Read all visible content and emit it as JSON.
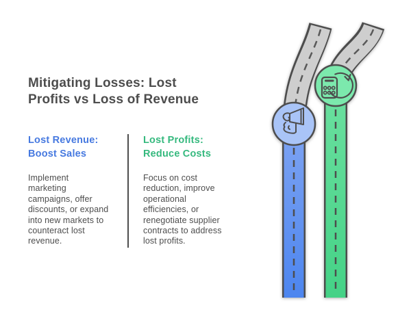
{
  "title": "Mitigating Losses: Lost\nProfits vs Loss of Revenue",
  "columns": {
    "left": {
      "heading": "Lost Revenue:\nBoost Sales",
      "body": "Implement\nmarketing\ncampaigns, offer\ndiscounts, or expand\ninto new markets to\ncounteract lost\nrevenue.",
      "accent": "#4679E0",
      "badge_icon": "megaphone-icon"
    },
    "right": {
      "heading": "Lost Profits:\nReduce Costs",
      "body": "Focus on cost\nreduction, improve\noperational\nefficiencies, or\nrenegotiate supplier\ncontracts to address\nlost profits.",
      "accent": "#35B97E",
      "badge_icon": "calculator-refresh-icon"
    }
  },
  "colors": {
    "title_text": "#4d4d4d",
    "body_text": "#4d4d4d",
    "divider": "#4d4d4d",
    "outline": "#4d4d4d",
    "road_gray": "#cecece",
    "dash_gray": "#595959",
    "dash_dark": "#4d4d4d",
    "blue_road_top": "#7FA4F2",
    "blue_road_bottom": "#4C85EF",
    "green_road_top": "#6CE0A0",
    "green_road_bottom": "#44D286",
    "blue_badge": "#A9C4F7",
    "green_badge": "#7CE9AD"
  }
}
